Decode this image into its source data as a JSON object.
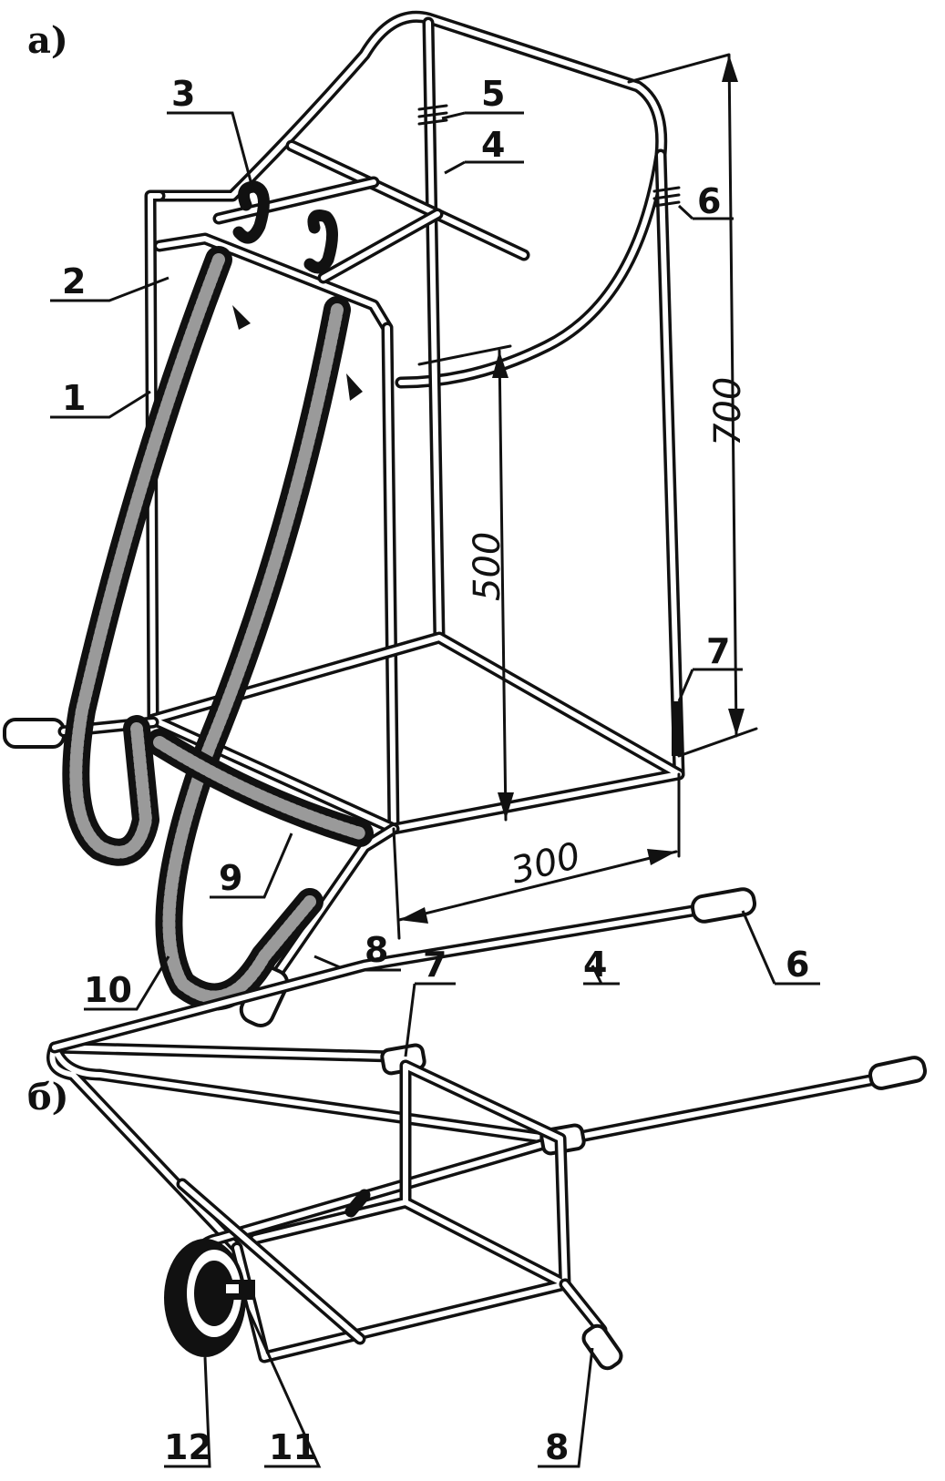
{
  "panels": {
    "a": "а)",
    "b": "б)"
  },
  "dimensions": {
    "height_total": "700",
    "height_frame": "500",
    "width": "300"
  },
  "parts_a": [
    "1",
    "2",
    "3",
    "4",
    "5",
    "6",
    "7",
    "8",
    "9",
    "10"
  ],
  "parts_b": [
    "4",
    "6",
    "7",
    "8",
    "11",
    "12"
  ],
  "colors": {
    "ink": "#111111",
    "background": "#ffffff"
  }
}
